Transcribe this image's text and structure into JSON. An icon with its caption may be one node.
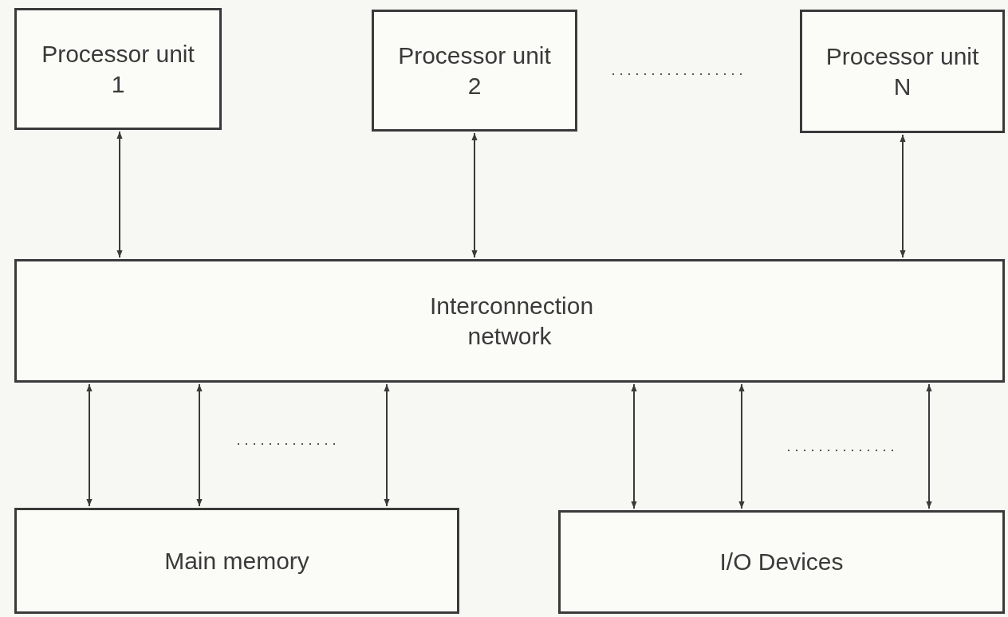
{
  "diagram": {
    "nodes": [
      {
        "text": [
          "Processor unit 1"
        ]
      },
      {
        "text": [
          "Processor unit 2"
        ]
      },
      {
        "text": [
          "Processor unit N"
        ]
      },
      {
        "text": [
          "Interconnection network"
        ]
      },
      {
        "text": [
          "Main memory"
        ]
      },
      {
        "text": [
          "I/O Devices"
        ]
      }
    ],
    "edges": [
      {
        "from": 0,
        "to": 3,
        "arrow": "both"
      },
      {
        "from": 1,
        "to": 3,
        "arrow": "both"
      },
      {
        "from": 2,
        "to": 3,
        "arrow": "both"
      },
      {
        "from": 3,
        "to": 4,
        "arrow": "both"
      },
      {
        "from": 3,
        "to": 4,
        "arrow": "both"
      },
      {
        "from": 3,
        "to": 4,
        "arrow": "both"
      },
      {
        "from": 3,
        "to": 5,
        "arrow": "both"
      },
      {
        "from": 3,
        "to": 5,
        "arrow": "both"
      },
      {
        "from": 3,
        "to": 5,
        "arrow": "both"
      }
    ]
  }
}
